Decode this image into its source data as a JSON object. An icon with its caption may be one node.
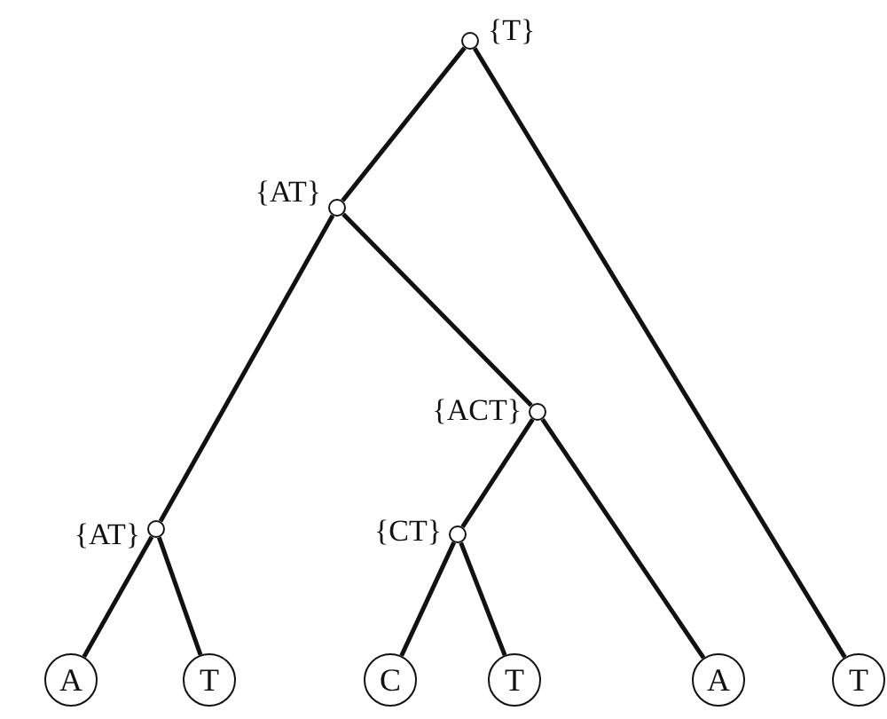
{
  "diagram": {
    "nodes": [
      {
        "text": [],
        "shape": "circle",
        "beside": [
          "{T}"
        ]
      },
      {
        "text": [],
        "shape": "circle",
        "beside": [
          "{AT}"
        ]
      },
      {
        "text": [],
        "shape": "circle",
        "beside": [
          "{ACT}"
        ]
      },
      {
        "text": [],
        "shape": "circle",
        "beside": [
          "{AT}"
        ]
      },
      {
        "text": [],
        "shape": "circle",
        "beside": [
          "{CT}"
        ]
      },
      {
        "text": [
          "A"
        ]
      },
      {
        "text": [
          "T"
        ]
      },
      {
        "text": [
          "C"
        ]
      },
      {
        "text": [
          "T"
        ]
      },
      {
        "text": [
          "A"
        ]
      },
      {
        "text": [
          "T"
        ]
      }
    ],
    "edges": [
      {
        "from": 0,
        "to": 1,
        "arrow": "none"
      },
      {
        "from": 0,
        "to": 10,
        "arrow": "none"
      },
      {
        "from": 1,
        "to": 3,
        "arrow": "none"
      },
      {
        "from": 1,
        "to": 2,
        "arrow": "none"
      },
      {
        "from": 2,
        "to": 4,
        "arrow": "none"
      },
      {
        "from": 2,
        "to": 9,
        "arrow": "none"
      },
      {
        "from": 3,
        "to": 5,
        "arrow": "none"
      },
      {
        "from": 3,
        "to": 6,
        "arrow": "none"
      },
      {
        "from": 4,
        "to": 7,
        "arrow": "none"
      },
      {
        "from": 4,
        "to": 8,
        "arrow": "none"
      }
    ]
  }
}
